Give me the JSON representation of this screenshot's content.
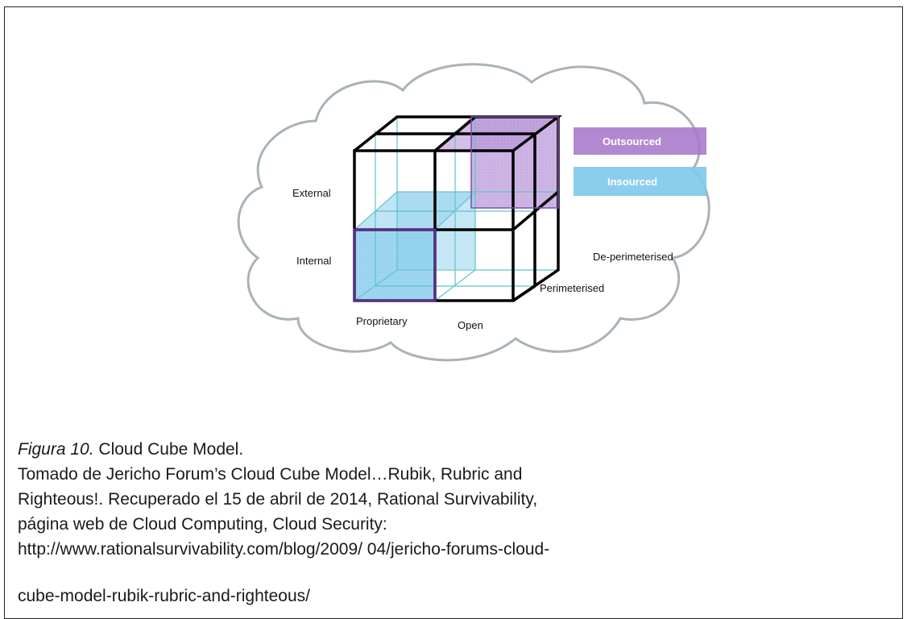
{
  "diagram": {
    "labels": {
      "external": "External",
      "internal": "Internal",
      "proprietary": "Proprietary",
      "open": "Open",
      "perimeterised": "Perimeterised",
      "de_perimeterised": "De-perimeterised"
    },
    "legend": {
      "outsourced": "Outsourced",
      "insourced": "Insourced"
    },
    "colors": {
      "outsourced": "#a474c8",
      "insourced": "#7ec8ea",
      "cloud_outline": "#a9b3b5",
      "cube_edges": "#000000"
    }
  },
  "caption": {
    "figure_label": "Figura 10.",
    "figure_title": "Cloud Cube Model.",
    "lines": [
      "Tomado de Jericho Forum’s Cloud Cube Model…Rubik, Rubric and",
      "Righteous!. Recuperado  el 15 de abril de 2014, Rational Survivability,",
      "página web de  Cloud Computing, Cloud Security:",
      "http://www.rationalsurvivability.com/blog/2009/ 04/jericho-forums-cloud-",
      "cube-model-rubik-rubric-and-righteous/"
    ]
  }
}
